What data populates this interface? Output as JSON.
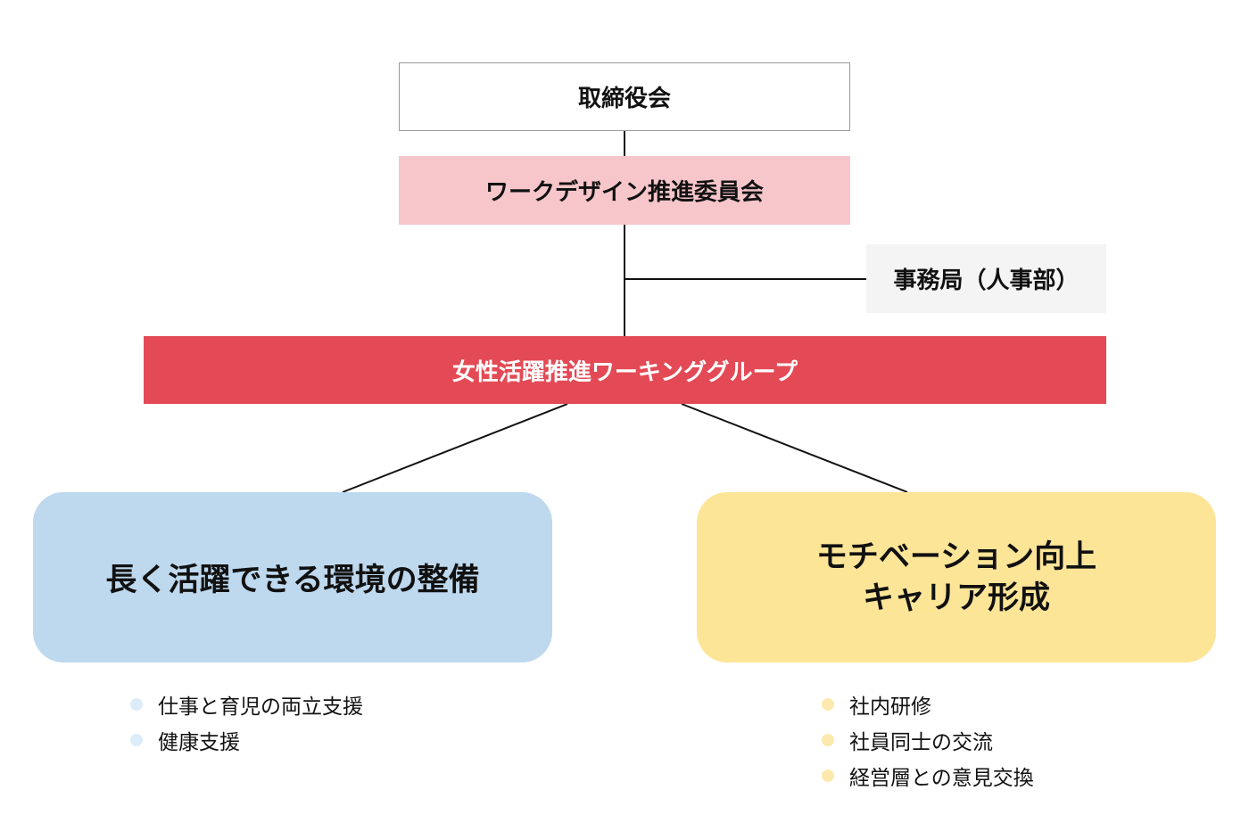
{
  "board": {
    "label": "取締役会"
  },
  "committee": {
    "label": "ワークデザイン推進委員会"
  },
  "secretariat": {
    "label": "事務局（人事部）"
  },
  "working_group": {
    "label": "女性活躍推進ワーキンググループ"
  },
  "pillars": [
    {
      "title_lines": [
        "長く活躍できる環境の整備"
      ],
      "items": [
        "仕事と育児の両立支援",
        "健康支援"
      ]
    },
    {
      "title_lines": [
        "モチベーション向上",
        "キャリア形成"
      ],
      "items": [
        "社内研修",
        "社員同士の交流",
        "経営層との意見交換"
      ]
    }
  ],
  "colors": {
    "board_border": "#9a9a9a",
    "committee": "#f6c6cb",
    "secretariat": "#f4f4f4",
    "working_group": "#e34a55",
    "pillar_left": "#bed8ee",
    "pillar_right": "#fde598",
    "line": "#111111"
  }
}
